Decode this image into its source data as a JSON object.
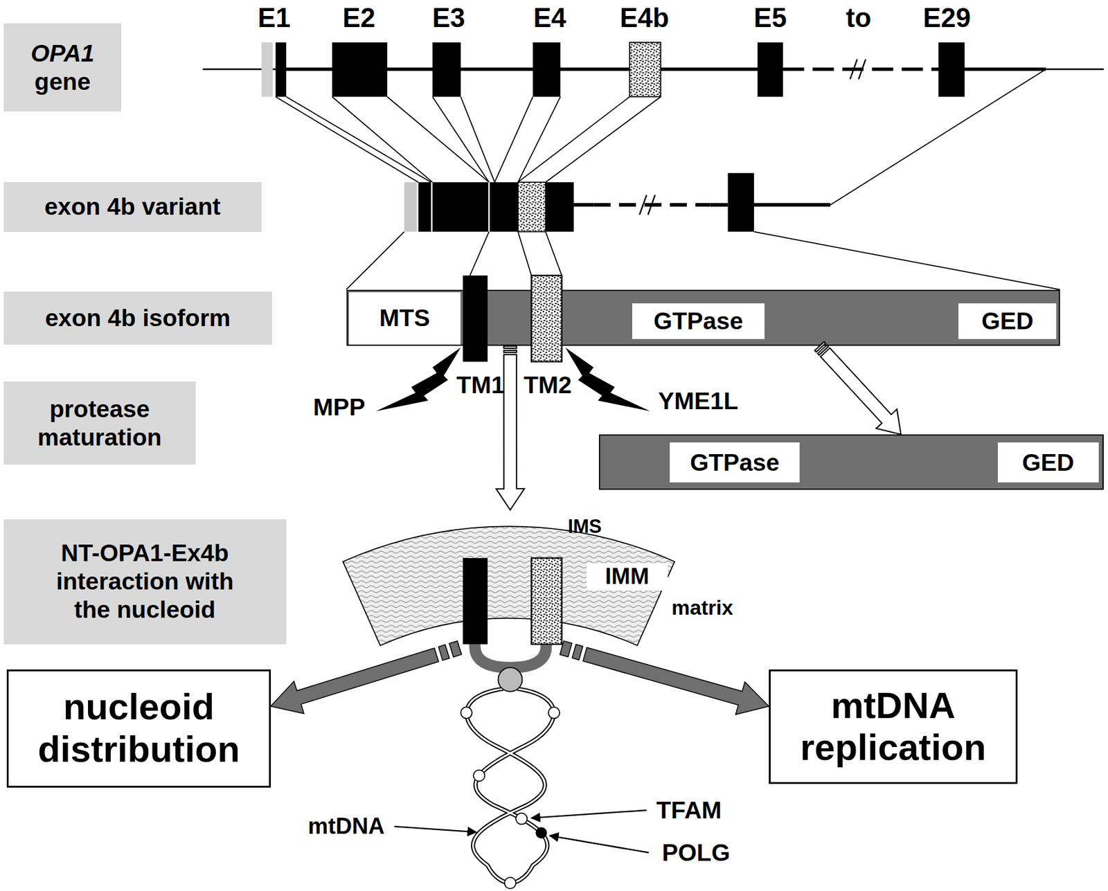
{
  "diagram": {
    "nodes": [
      {
        "text": [
          "OPA1",
          "gene"
        ]
      },
      {
        "text": [
          "exon 4b variant"
        ]
      },
      {
        "text": [
          "exon 4b isoform"
        ]
      },
      {
        "text": [
          "protease maturation"
        ]
      },
      {
        "text": [
          "NT-OPA1-Ex4b interaction with the nucleoid"
        ]
      },
      {
        "text": [
          "MTS",
          "GTPase",
          "GED"
        ]
      },
      {
        "text": [
          "GTPase",
          "GED"
        ]
      },
      {
        "text": [
          "IMS",
          "IMM",
          "matrix"
        ]
      },
      {
        "text": [
          "nucleoid distribution"
        ]
      },
      {
        "text": [
          "mtDNA replication"
        ]
      }
    ],
    "edges": [
      {
        "from": 5,
        "to": 6,
        "arrow": "to"
      },
      {
        "from": 5,
        "to": 7,
        "arrow": "to"
      },
      {
        "from": 7,
        "to": 8,
        "arrow": "to"
      },
      {
        "from": 7,
        "to": 9,
        "arrow": "to"
      }
    ],
    "labels": [
      "E1",
      "E2",
      "E3",
      "E4",
      "E4b",
      "E5",
      "to",
      "E29",
      "TM1",
      "TM2",
      "MPP",
      "YME1L",
      "mtDNA",
      "TFAM",
      "POLG"
    ]
  }
}
